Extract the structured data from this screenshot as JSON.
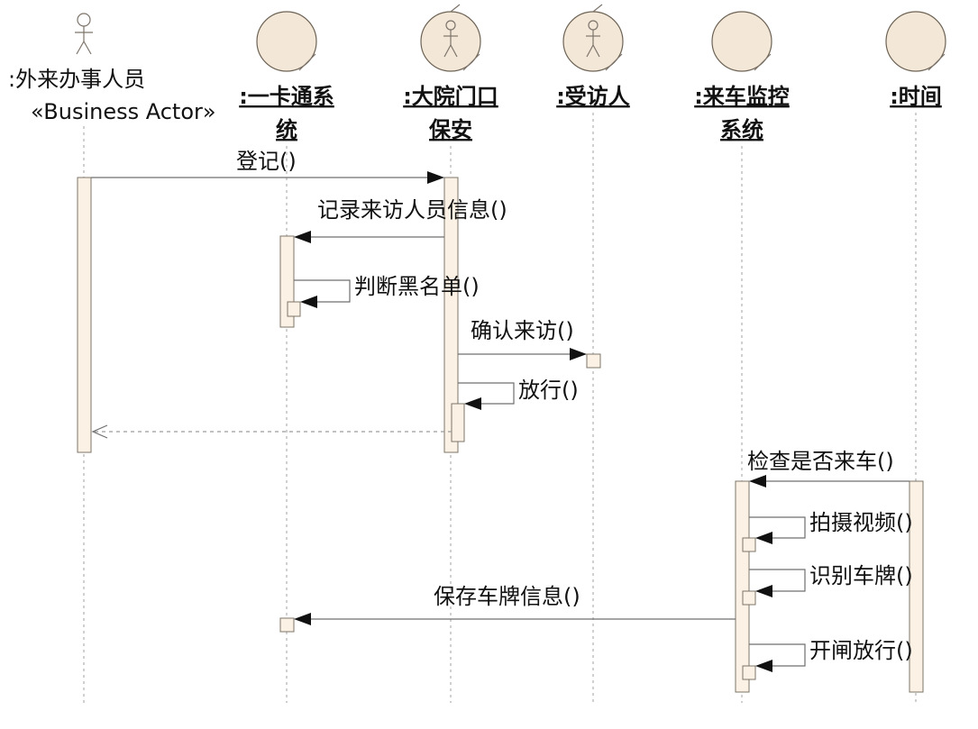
{
  "participants": [
    {
      "id": "outsider",
      "name": ":外来办事人员",
      "stereotype": "«Business Actor»",
      "kind": "actor"
    },
    {
      "id": "card",
      "name_lines": [
        ":一卡通系",
        "统"
      ],
      "kind": "entity"
    },
    {
      "id": "guard",
      "name_lines": [
        ":大院门口",
        "保安"
      ],
      "kind": "entity-actor"
    },
    {
      "id": "host",
      "name_lines": [
        ":受访人"
      ],
      "kind": "entity-actor"
    },
    {
      "id": "monitor",
      "name_lines": [
        ":来车监控",
        "系统"
      ],
      "kind": "entity"
    },
    {
      "id": "time",
      "name_lines": [
        ":时间"
      ],
      "kind": "entity"
    }
  ],
  "messages": [
    {
      "id": "register",
      "label": "登记()"
    },
    {
      "id": "record",
      "label": "记录来访人员信息()"
    },
    {
      "id": "blacklist",
      "label": "判断黑名单()"
    },
    {
      "id": "confirm",
      "label": "确认来访()"
    },
    {
      "id": "release",
      "label": "放行()"
    },
    {
      "id": "check",
      "label": "检查是否来车()"
    },
    {
      "id": "video",
      "label": "拍摄视频()"
    },
    {
      "id": "plate",
      "label": "识别车牌()"
    },
    {
      "id": "save",
      "label": "保存车牌信息()"
    },
    {
      "id": "gate",
      "label": "开闸放行()"
    }
  ]
}
